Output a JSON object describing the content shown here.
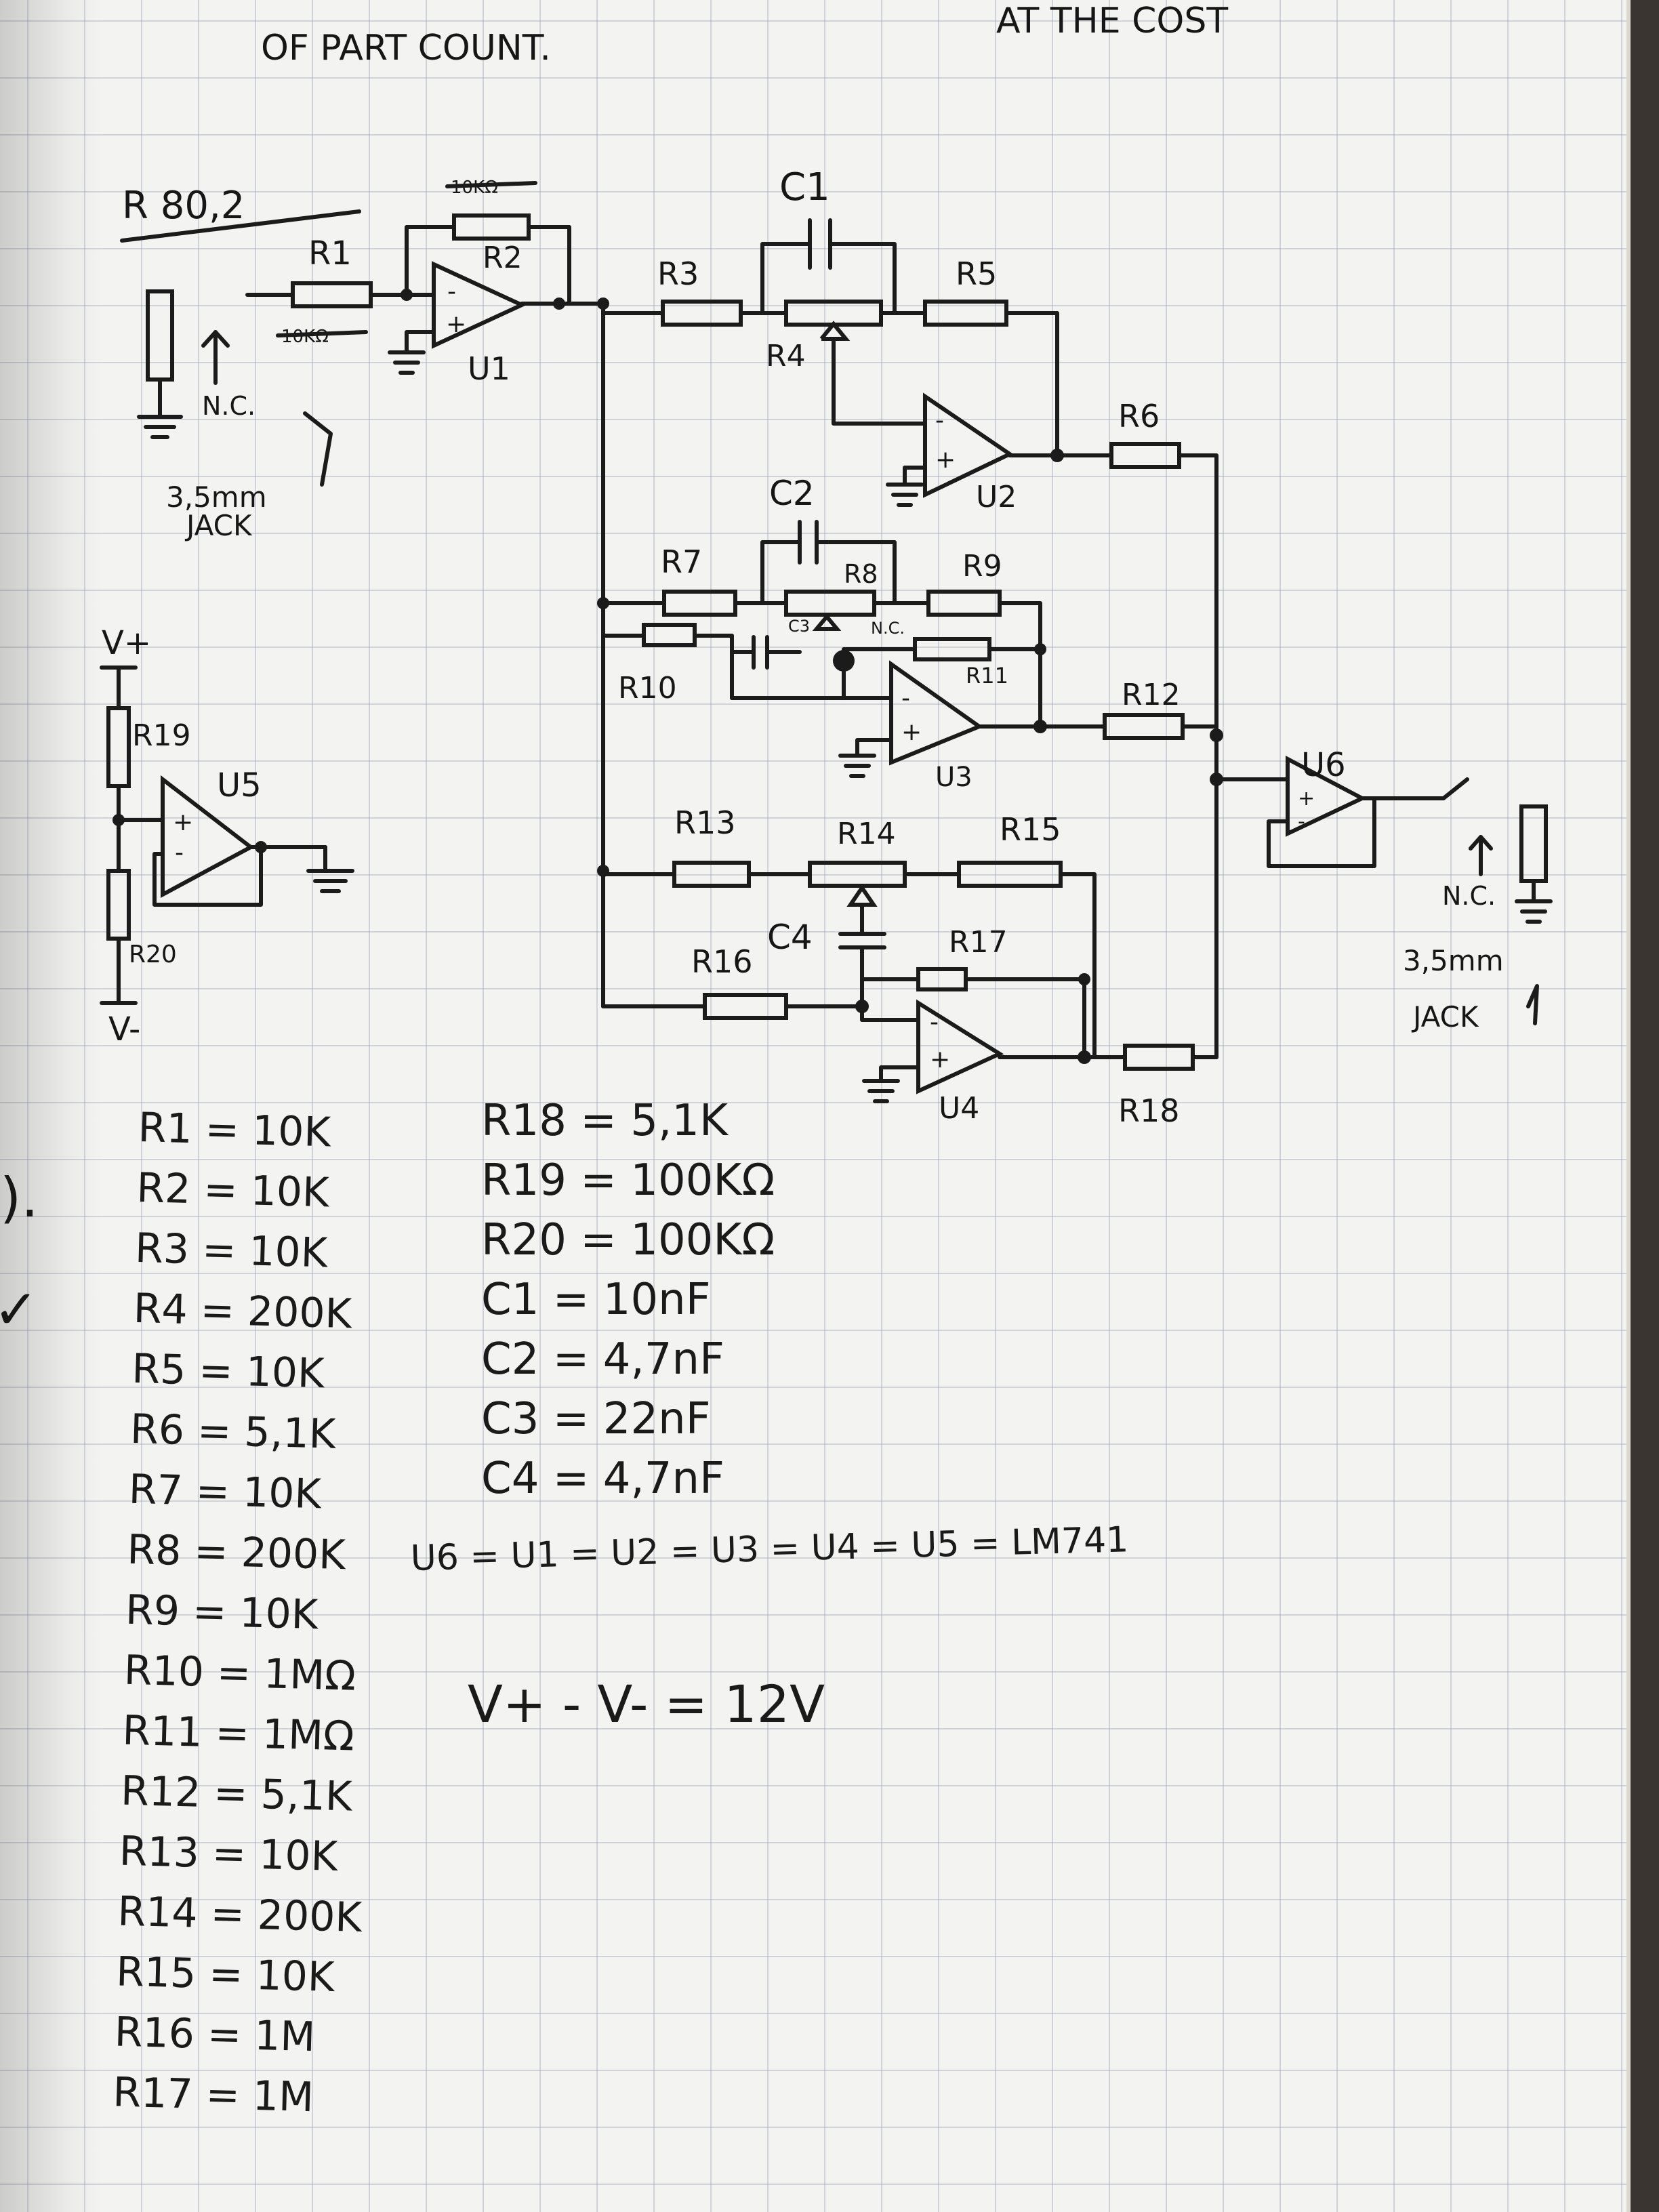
{
  "header": {
    "left_text": "OF PART COUNT.",
    "right_text": "AT THE COST"
  },
  "schematic": {
    "title": "R 80,2",
    "resistor_labels": [
      "R1",
      "R2",
      "R3",
      "R4",
      "R5",
      "R6",
      "R7",
      "R8",
      "R9",
      "R10",
      "R11",
      "R12",
      "R13",
      "R14",
      "R15",
      "R16",
      "R17",
      "R18",
      "R19",
      "R20"
    ],
    "capacitor_labels": [
      "C1",
      "C2",
      "C3",
      "C4"
    ],
    "opamp_labels": [
      "U1",
      "U2",
      "U3",
      "U4",
      "U5",
      "U6"
    ],
    "supply_labels": [
      "V+",
      "V-"
    ],
    "jack_in": {
      "nc": "N.C.",
      "size": "3,5mm",
      "type": "JACK"
    },
    "jack_out": {
      "nc": "N.C.",
      "size": "3,5mm",
      "type": "JACK"
    },
    "crossed_out": [
      "10KΩ",
      "10KΩ"
    ],
    "opamp_plus": "+",
    "opamp_minus": "-"
  },
  "parts_left": [
    "R1 = 10K",
    "R2 = 10K",
    "R3 = 10K",
    "R4 = 200K",
    "R5 = 10K",
    "R6 = 5,1K",
    "R7 = 10K",
    "R8 = 200K",
    "R9 = 10K",
    "R10 = 1MΩ",
    "R11 = 1MΩ",
    "R12 = 5,1K",
    "R13 = 10K",
    "R14 = 200K",
    "R15 = 10K",
    "R16 = 1M",
    "R17 = 1M"
  ],
  "parts_right": [
    "R18 = 5,1K",
    "R19 = 100KΩ",
    "R20 = 100KΩ",
    "C1 = 10nF",
    "C2 = 4,7nF",
    "C3 = 22nF",
    "C4 = 4,7nF"
  ],
  "opamp_equation": "U6 = U1 = U2 = U3 = U4 = U5 = LM741",
  "supply_equation": "V+ - V- = 12V",
  "margin_marks": [
    ").",
    "✓"
  ]
}
